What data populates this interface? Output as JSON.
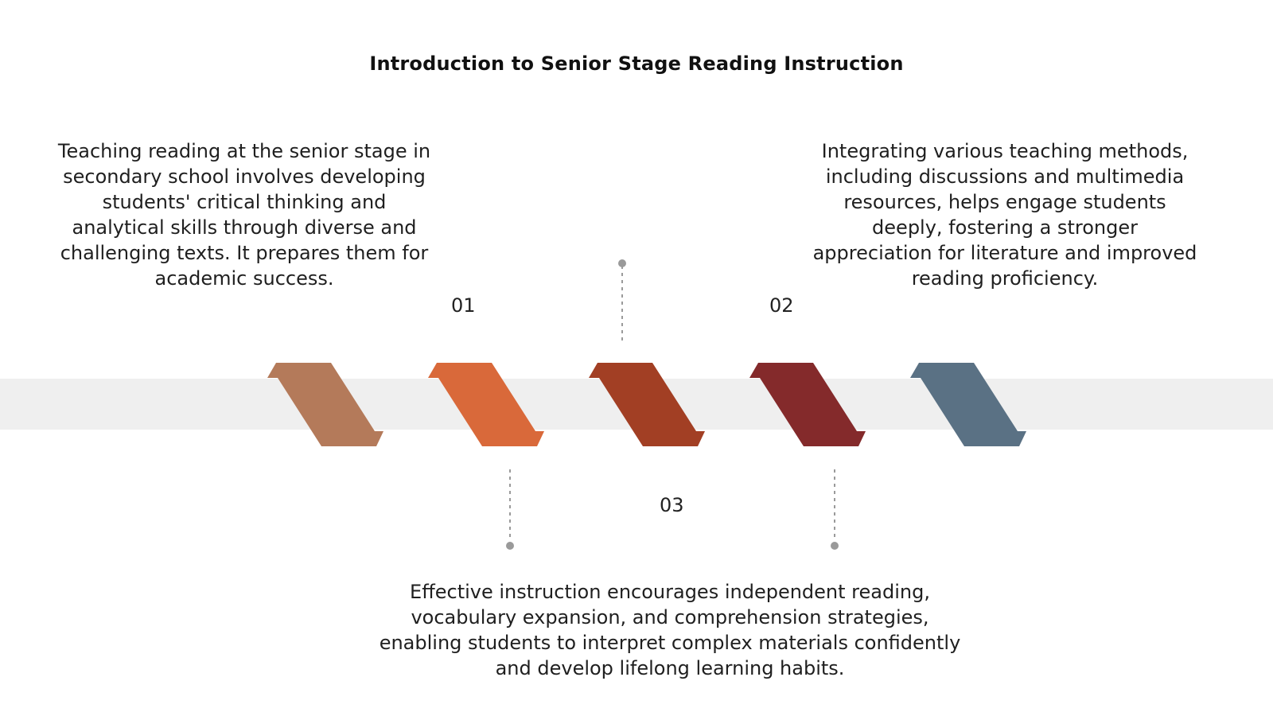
{
  "title": "Introduction to Senior Stage Reading Instruction",
  "steps": [
    {
      "number": "01",
      "text": "Teaching reading at the senior stage in secondary school involves developing students' critical thinking and analytical skills through diverse and challenging texts. It prepares them for academic success."
    },
    {
      "number": "02",
      "text": "Integrating various teaching methods, including discussions and multimedia resources, helps engage students deeply, fostering a stronger appreciation for literature and improved reading proficiency."
    },
    {
      "number": "03",
      "text": "Effective instruction encourages independent reading, vocabulary expansion, and comprehension strategies, enabling students to interpret complex materials confidently and develop lifelong learning habits."
    }
  ],
  "colors": {
    "band": "#efefef",
    "chevrons": [
      "#b47a5a",
      "#d9693a",
      "#a23f24",
      "#842a2b",
      "#5a7184"
    ],
    "connector": "#9a9a9a"
  }
}
